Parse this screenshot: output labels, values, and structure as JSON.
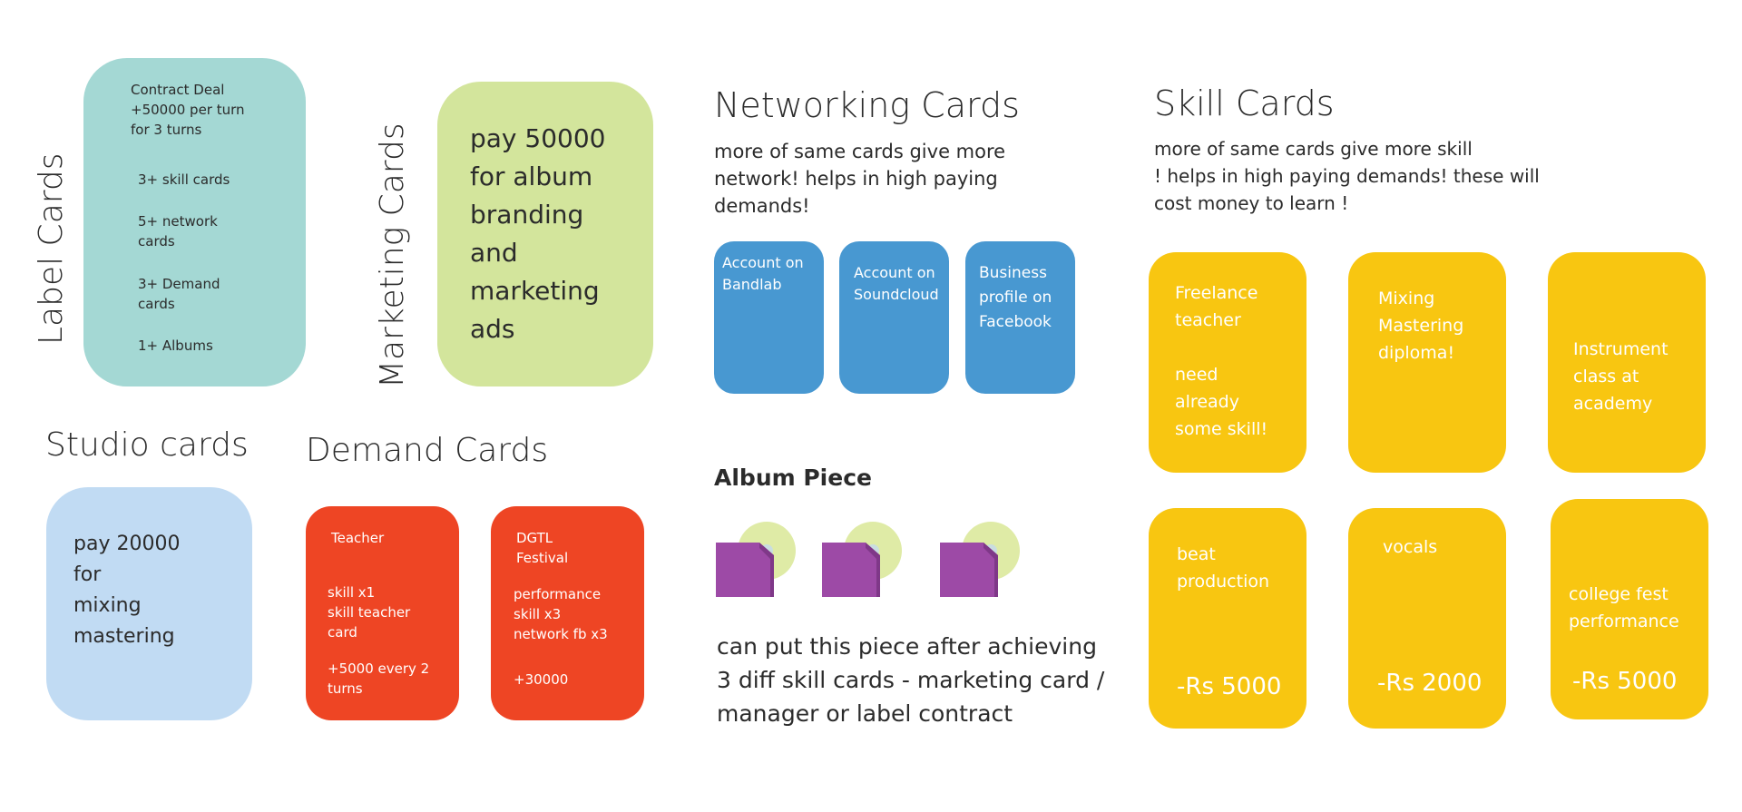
{
  "label_section": {
    "title": "Label Cards",
    "card": {
      "heading": "Contract Deal\n+50000 per turn\nfor 3 turns",
      "items": [
        "3+ skill cards",
        "5+ network\ncards",
        "3+ Demand\ncards",
        "1+ Albums"
      ]
    }
  },
  "marketing_section": {
    "title": "Marketing Cards",
    "card_text": "pay 50000\nfor album\nbranding\nand\nmarketing\nads"
  },
  "networking_section": {
    "title": "Networking Cards",
    "description": "more of same cards give more\nnetwork! helps in high paying\ndemands!",
    "cards": [
      "Account on\nBandlab",
      "Account on\nSoundcloud",
      "Business\nprofile on\nFacebook"
    ]
  },
  "skill_section": {
    "title": "Skill Cards",
    "description": "more of same cards give more skill\n! helps in high paying demands! these will\ncost money to learn !",
    "row1": [
      "Freelance\nteacher\n\nneed\nalready\nsome skill!",
      "Mixing\nMastering\ndiploma!",
      "Instrument\nclass at\nacademy"
    ],
    "row2": [
      {
        "label": "beat\nproduction",
        "price": "-Rs 5000"
      },
      {
        "label": "vocals",
        "price": "-Rs 2000"
      },
      {
        "label": "college fest\nperformance",
        "price": "-Rs 5000"
      }
    ]
  },
  "studio_section": {
    "title": "Studio cards",
    "card_text": "pay 20000\nfor\nmixing\nmastering"
  },
  "demand_section": {
    "title": "Demand Cards",
    "cards": [
      {
        "title": "Teacher",
        "requirements": "skill x1\nskill teacher\ncard",
        "reward": "+5000 every 2\nturns"
      },
      {
        "title": "DGTL\nFestival",
        "requirements": "performance\nskill x3\nnetwork fb x3",
        "reward": "+30000"
      }
    ]
  },
  "album_section": {
    "title": "Album Piece",
    "description": "can put this piece after achieving\n3 diff skill cards - marketing card /\nmanager or label contract"
  },
  "colors": {
    "label": "#a4d8d4",
    "marketing": "#d3e59c",
    "networking": "#4898d1",
    "skill": "#f8c611",
    "studio": "#c1dbf3",
    "demand": "#ee4524",
    "album_purple": "#9d4aa6",
    "album_disc": "#dfeba6"
  }
}
